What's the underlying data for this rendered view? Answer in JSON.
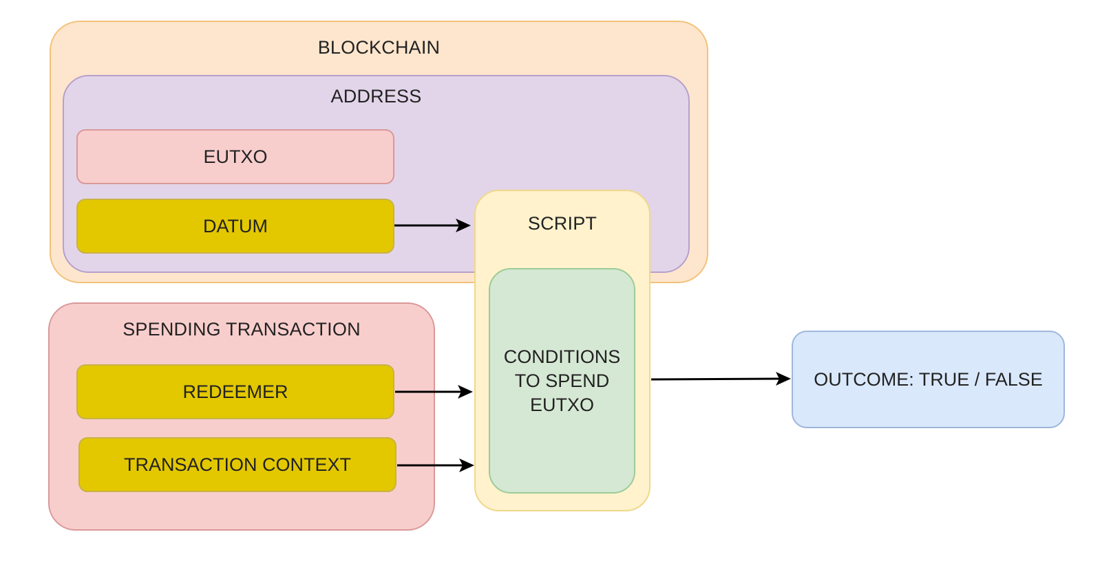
{
  "diagram": {
    "blockchain": "BLOCKCHAIN",
    "address": "ADDRESS",
    "eutxo": "EUTXO",
    "datum": "DATUM",
    "spending_transaction": "SPENDING TRANSACTION",
    "redeemer": "REDEEMER",
    "transaction_context": "TRANSACTION CONTEXT",
    "script": "SCRIPT",
    "conditions_line1": "CONDITIONS",
    "conditions_line2": "TO SPEND",
    "conditions_line3": "EUTXO",
    "outcome": "OUTCOME: TRUE / FALSE"
  },
  "colors": {
    "blockchain_fill": "#fde6cd",
    "address_fill": "#e2d5e9",
    "eutxo_fill": "#f8cecd",
    "datum_fill": "#e3c800",
    "spending_fill": "#f8cecd",
    "script_fill": "#fff2cc",
    "conditions_fill": "#d5e8d4",
    "outcome_fill": "#dae8fc",
    "arrow": "#000000"
  }
}
